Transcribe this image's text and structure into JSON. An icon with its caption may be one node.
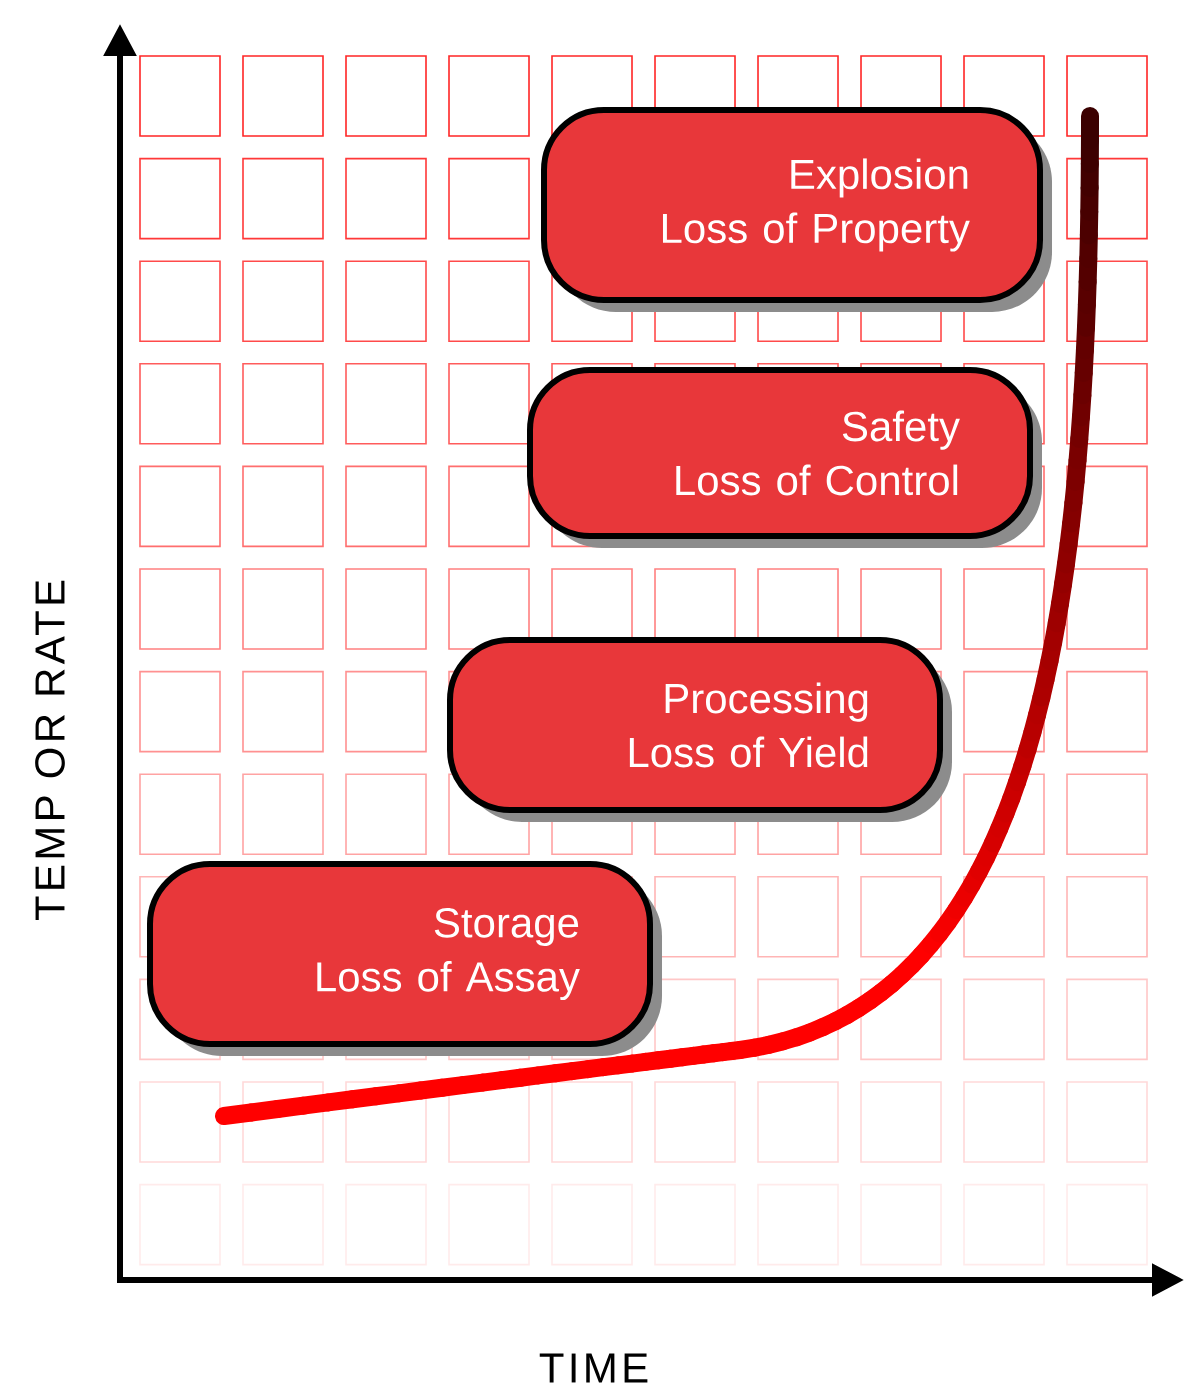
{
  "diagram": {
    "nodes": [
      {
        "text": [
          "Explosion",
          "Loss of Property"
        ]
      },
      {
        "text": [
          "Safety",
          "Loss of Control"
        ]
      },
      {
        "text": [
          "Processing",
          "Loss of Yield"
        ]
      },
      {
        "text": [
          "Storage",
          "Loss of Assay"
        ]
      }
    ],
    "labels": [
      "TEMP OR RATE",
      "TIME"
    ]
  }
}
